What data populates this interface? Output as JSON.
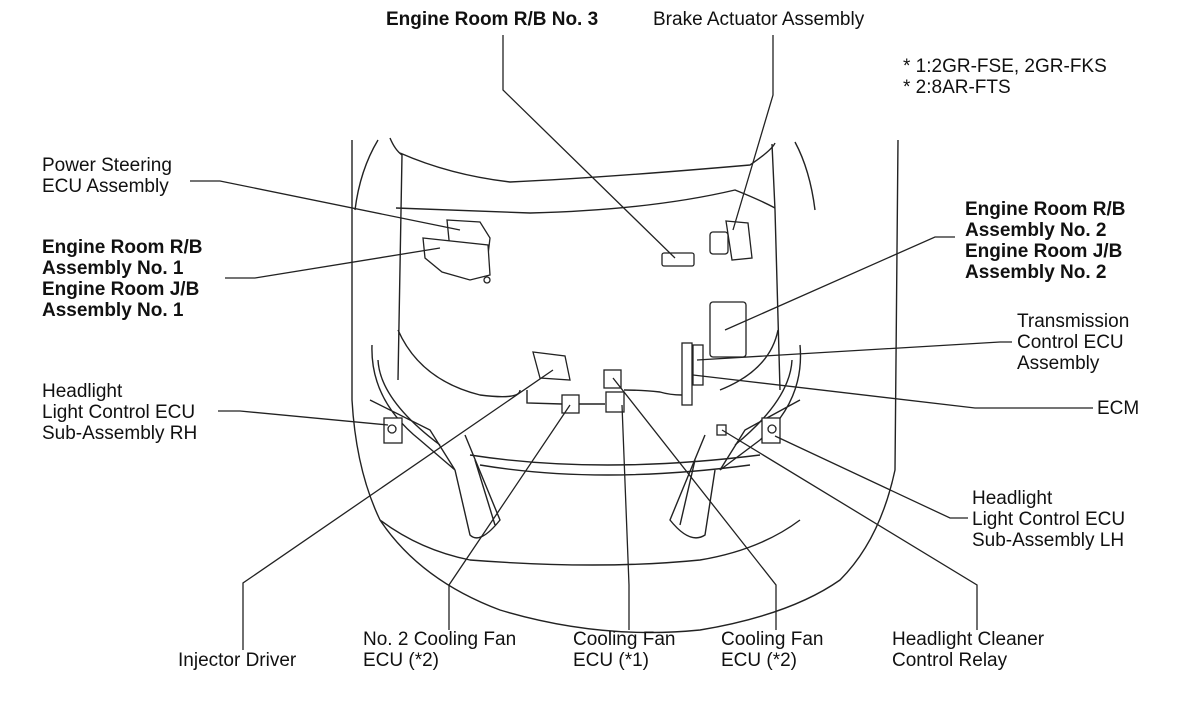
{
  "diagram": {
    "title": "Engine Room Component Location",
    "notes": [
      "* 1:2GR-FSE, 2GR-FKS",
      "* 2:8AR-FTS"
    ],
    "labels": {
      "engine_room_rb_no3": "Engine Room R/B No. 3",
      "brake_actuator": "Brake Actuator Assembly",
      "power_steering_ecu": "Power Steering\nECU Assembly",
      "engine_room_rb_jb_no1": "Engine Room R/B\nAssembly No. 1\nEngine Room J/B\nAssembly No. 1",
      "engine_room_rb_jb_no2": "Engine Room R/B\nAssembly No. 2\nEngine Room J/B\nAssembly No. 2",
      "transmission_ecu": "Transmission\nControl ECU\nAssembly",
      "ecm": "ECM",
      "headlight_ecu_rh": "Headlight\nLight Control ECU\nSub-Assembly RH",
      "headlight_ecu_lh": "Headlight\nLight Control ECU\nSub-Assembly LH",
      "injector_driver": "Injector Driver",
      "no2_cooling_fan_ecu": "No. 2 Cooling Fan\nECU (*2)",
      "cooling_fan_ecu_1": "Cooling Fan\nECU (*1)",
      "cooling_fan_ecu_2": "Cooling Fan\nECU (*2)",
      "headlight_cleaner_relay": "Headlight Cleaner\nControl Relay"
    }
  }
}
